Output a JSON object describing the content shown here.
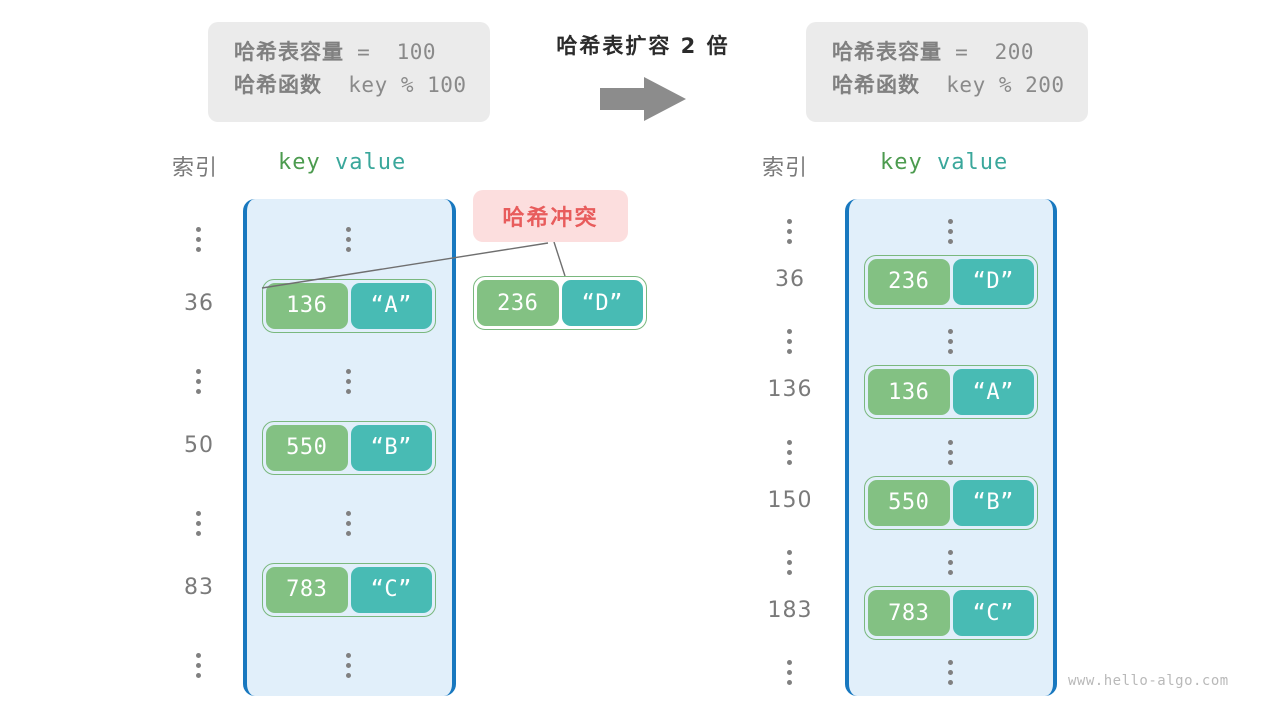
{
  "header": {
    "left_box": {
      "capacity_label": "哈希表容量",
      "capacity_text": " =  100",
      "function_label": "哈希函数",
      "function_text": "  key % 100"
    },
    "right_box": {
      "capacity_label": "哈希表容量",
      "capacity_text": " =  200",
      "function_label": "哈希函数",
      "function_text": "  key % 200"
    },
    "title": "哈希表扩容 2 倍",
    "arrow_icon": "right-arrow-icon"
  },
  "left_table": {
    "index_header": "索引",
    "key_header": "key",
    "value_header": "value",
    "rows": [
      {
        "index": "⋮",
        "type": "ellipsis"
      },
      {
        "index": "36",
        "type": "entry",
        "key": "136",
        "value": "“A”"
      },
      {
        "index": "⋮",
        "type": "ellipsis"
      },
      {
        "index": "50",
        "type": "entry",
        "key": "550",
        "value": "“B”"
      },
      {
        "index": "⋮",
        "type": "ellipsis"
      },
      {
        "index": "83",
        "type": "entry",
        "key": "783",
        "value": "“C”"
      },
      {
        "index": "⋮",
        "type": "ellipsis"
      }
    ]
  },
  "right_table": {
    "index_header": "索引",
    "key_header": "key",
    "value_header": "value",
    "rows": [
      {
        "index": "⋮",
        "type": "ellipsis"
      },
      {
        "index": "36",
        "type": "entry",
        "key": "236",
        "value": "“D”"
      },
      {
        "index": "⋮",
        "type": "ellipsis"
      },
      {
        "index": "136",
        "type": "entry",
        "key": "136",
        "value": "“A”"
      },
      {
        "index": "⋮",
        "type": "ellipsis"
      },
      {
        "index": "150",
        "type": "entry",
        "key": "550",
        "value": "“B”"
      },
      {
        "index": "⋮",
        "type": "ellipsis"
      },
      {
        "index": "183",
        "type": "entry",
        "key": "783",
        "value": "“C”"
      },
      {
        "index": "⋮",
        "type": "ellipsis"
      }
    ]
  },
  "collision": {
    "label": "哈希冲突",
    "floating_entry": {
      "key": "236",
      "value": "“D”"
    }
  },
  "watermark": "www.hello-algo.com",
  "colors": {
    "key_cell": "#83c183",
    "value_cell": "#48bbb4",
    "pair_border": "#7ab87e",
    "bucket_fill": "#e1effa",
    "bucket_border": "#1878bf",
    "badge_bg": "#fcdede",
    "badge_text": "#e85c5c",
    "info_box_bg": "#ebebeb",
    "muted_text": "#7a7a7a",
    "key_header_text": "#4c9b4f",
    "value_header_text": "#3aa79b"
  }
}
